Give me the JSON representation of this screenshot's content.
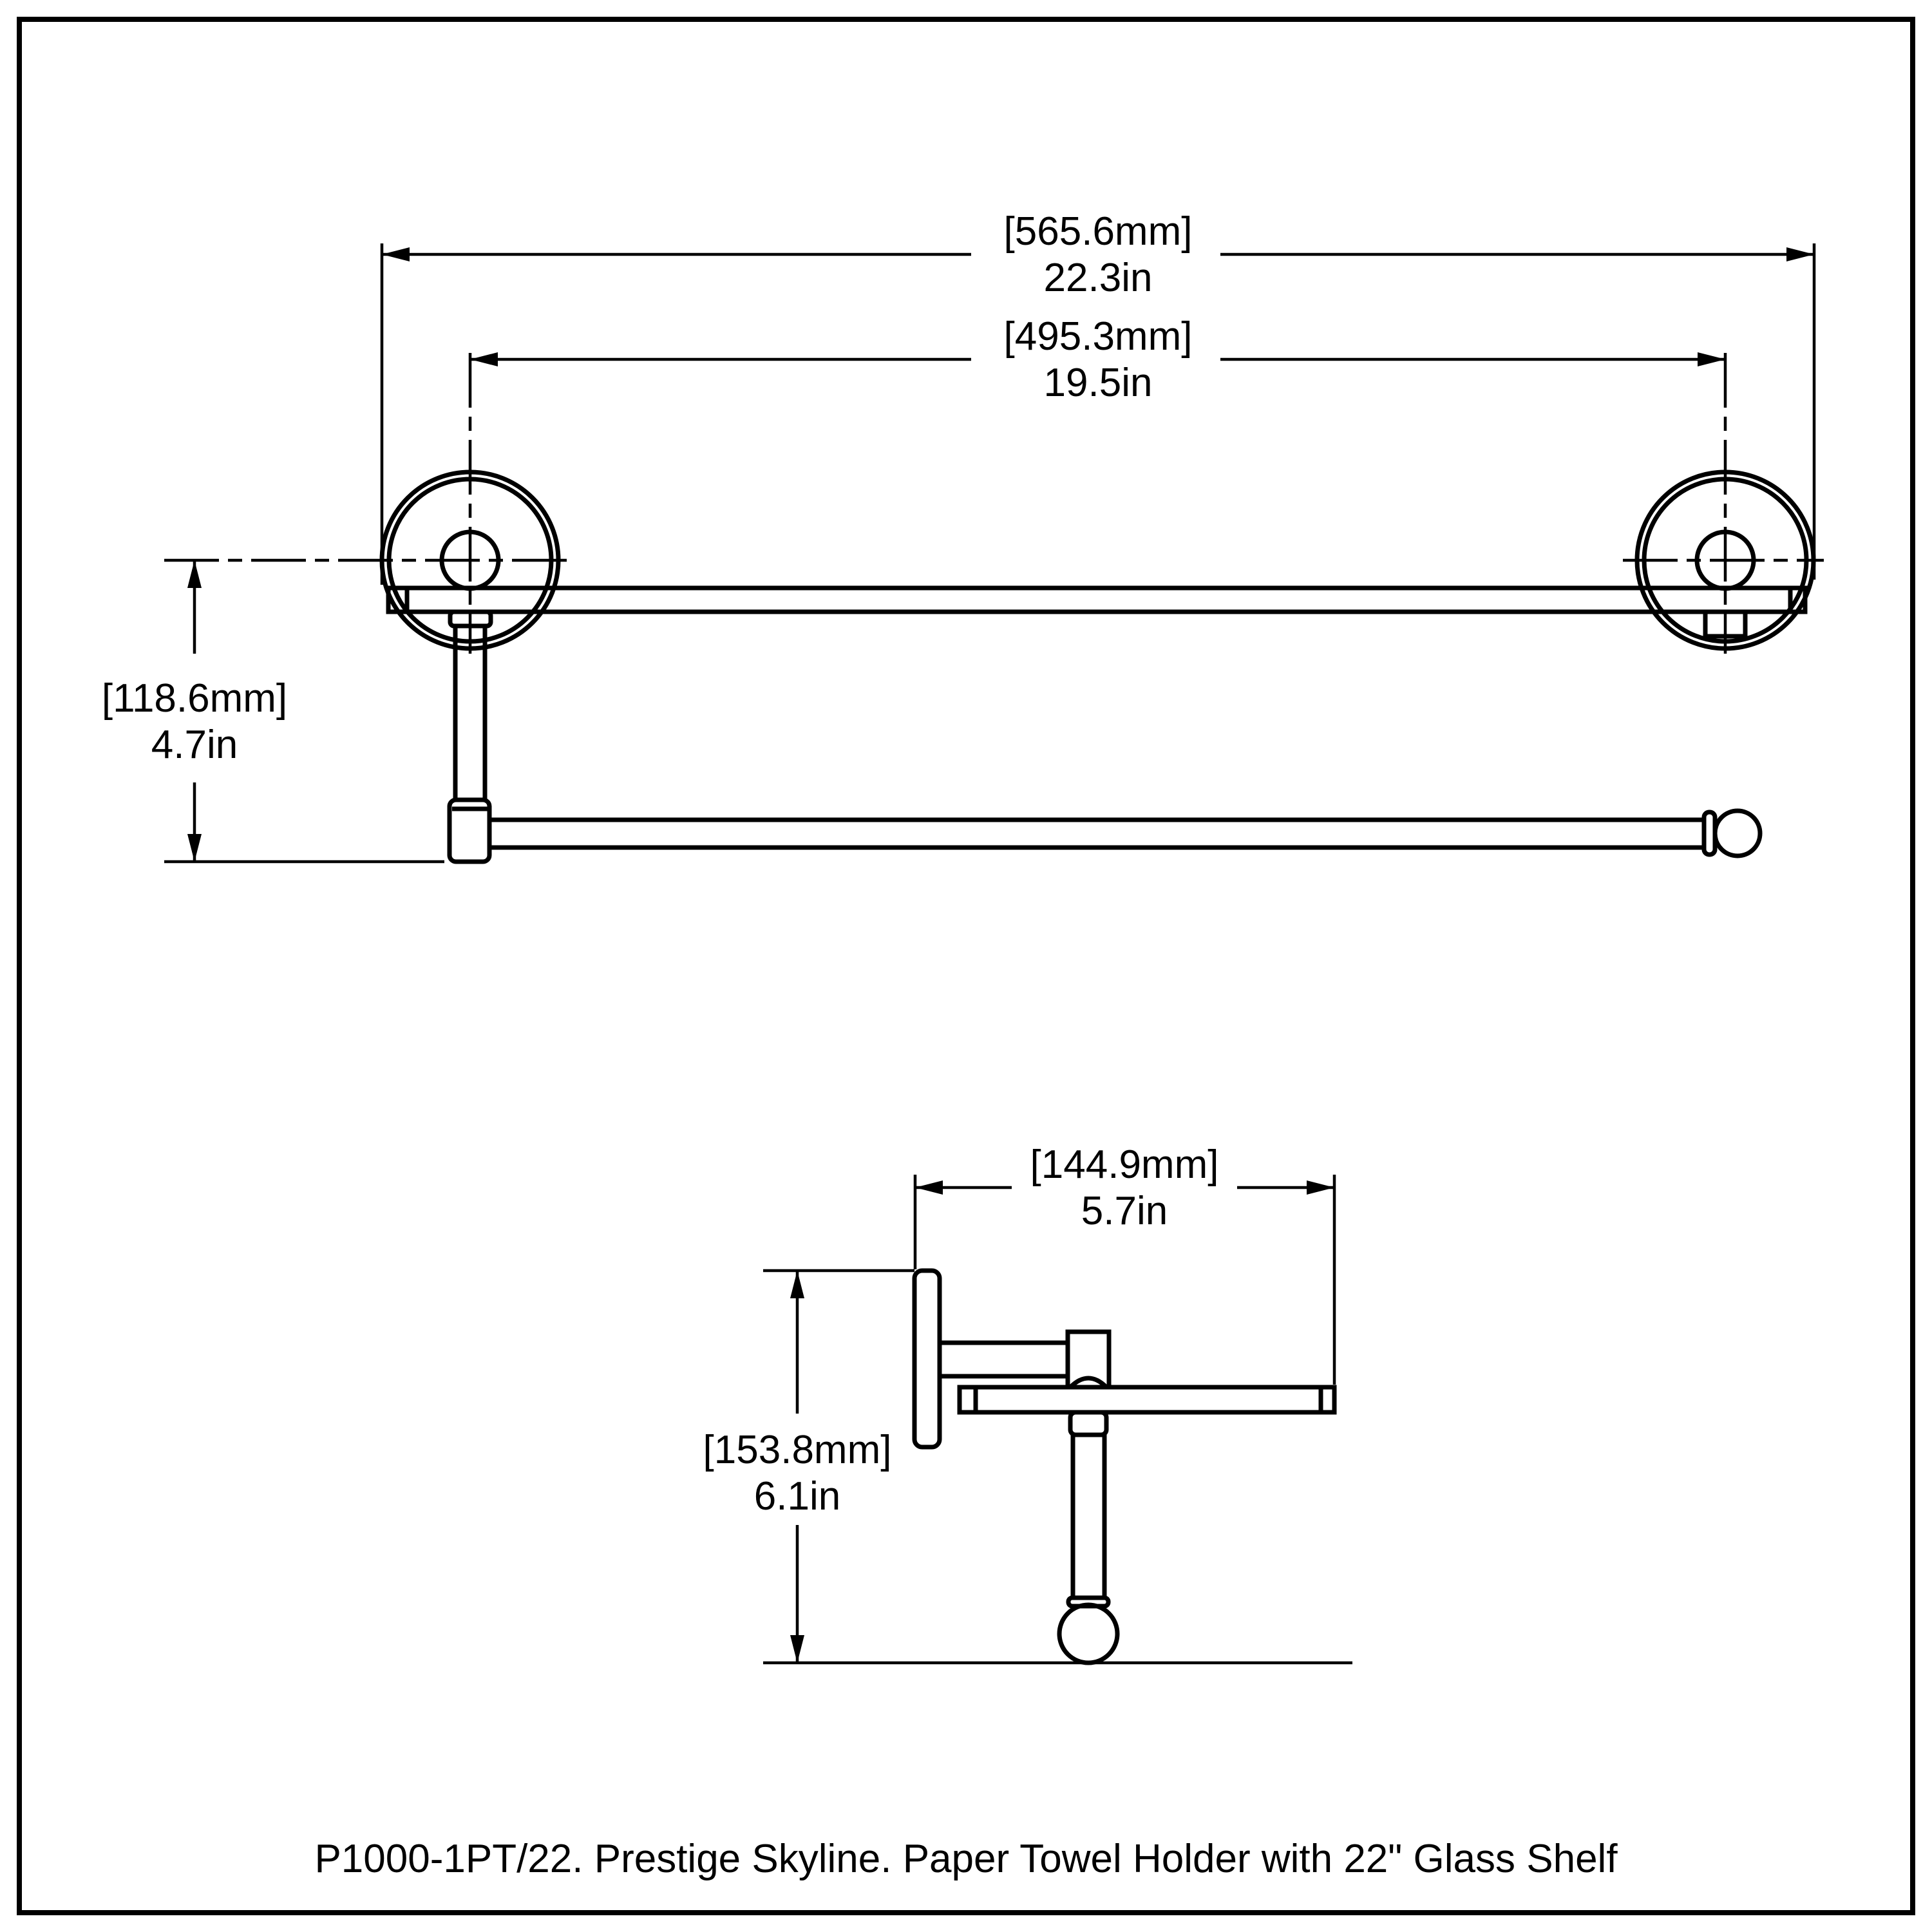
{
  "caption": "P1000-1PT/22. Prestige Skyline. Paper Towel Holder with 22\" Glass Shelf",
  "line_color": "#000000",
  "background_color": "#ffffff",
  "views": {
    "front": {
      "overall_width": {
        "mm": "[565.6mm]",
        "inches": "22.3in"
      },
      "post_spacing": {
        "mm": "[495.3mm]",
        "inches": "19.5in"
      },
      "drop_height": {
        "mm": "[118.6mm]",
        "inches": "4.7in"
      }
    },
    "side": {
      "depth": {
        "mm": "[144.9mm]",
        "inches": "5.7in"
      },
      "height": {
        "mm": "[153.8mm]",
        "inches": "6.1in"
      }
    }
  }
}
